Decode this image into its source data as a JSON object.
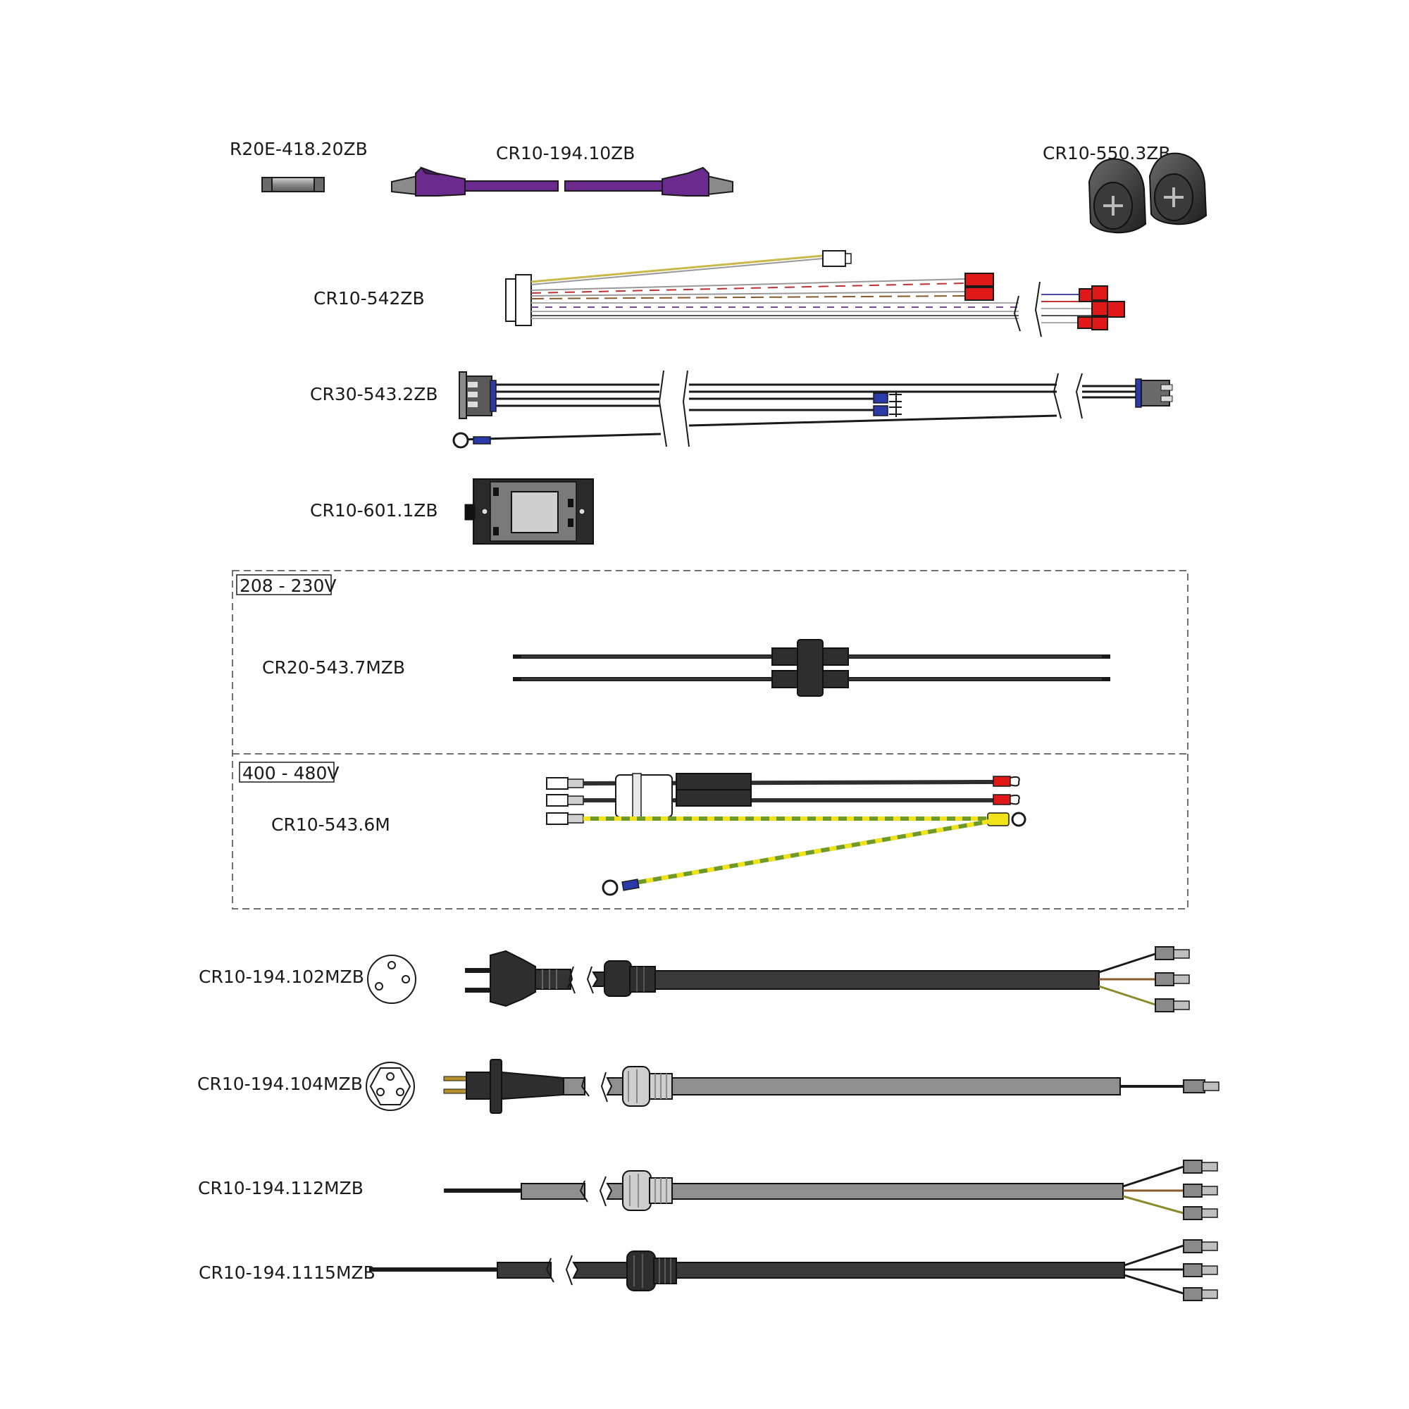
{
  "parts": {
    "fuse": "R20E-418.20ZB",
    "network_cable": "CR10-194.10ZB",
    "knobs": "CR10-550.3ZB",
    "harness_main": "CR10-542ZB",
    "harness_sensor": "CR30-543.2ZB",
    "module": "CR10-601.1ZB",
    "jumper_low_voltage": "CR20-543.7MZB",
    "jumper_high_voltage": "CR10-543.6M",
    "cord_schuko": "CR10-194.102MZB",
    "cord_swiss": "CR10-194.104MZB",
    "cord_grey_bare": "CR10-194.112MZB",
    "cord_black_bare": "CR10-194.1115MZB"
  },
  "voltage": {
    "low": "208 - 230V",
    "high": "400 - 480V"
  },
  "colors": {
    "purple": "#6a2a8e",
    "purple_dark": "#4b1a6b",
    "red_terminal": "#e01818",
    "blue_terminal": "#2a3aa8",
    "yellow_terminal": "#f2e21a",
    "green_yellow_wire": "#6f9a2a",
    "cable_black": "#3a3a3a",
    "cable_grey": "#8f8f8f",
    "outline": "#1a1a1a"
  }
}
